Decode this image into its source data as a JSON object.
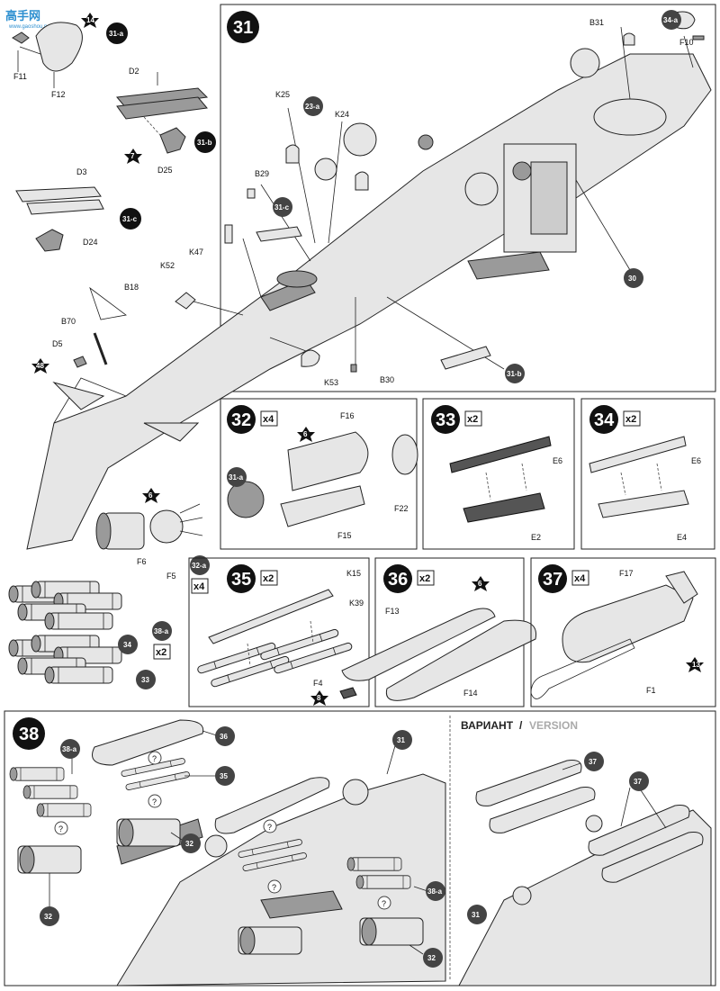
{
  "watermark": {
    "text": "高手网",
    "url_text": "www.gaoshou.net"
  },
  "variant_title": {
    "ru": "ВАРИАНТ",
    "sep": "/",
    "en": "VERSION"
  },
  "steps": {
    "s31": "31",
    "s32": "32",
    "s33": "33",
    "s34": "34",
    "s35": "35",
    "s36": "36",
    "s37": "37",
    "s38": "38"
  },
  "multipliers": {
    "m32": "x4",
    "m33": "x2",
    "m34": "x2",
    "m35": "x2",
    "m36": "x2",
    "m37": "x4",
    "m32a": "x4",
    "m38a": "x2"
  },
  "discs": {
    "d31a": "31-a",
    "d31b": "31-b",
    "d31c": "31-c",
    "d23a": "23-a",
    "d34a": "34-a",
    "d30": "30",
    "d31b2": "31-b",
    "d31c2": "31-c",
    "d31a2": "31-a",
    "d32a": "32-a",
    "d38a": "38-a",
    "d34": "34",
    "d33": "33",
    "d38a_1": "38-a",
    "d36": "36",
    "d31_1": "31",
    "d35": "35",
    "d32_1": "32",
    "d32_2": "32",
    "d38a_2": "38-a",
    "d32_3": "32",
    "d37_1": "37",
    "d37_2": "37",
    "d31_2": "31"
  },
  "stars": {
    "st14": "14",
    "st7": "7",
    "st48": "48",
    "st6a": "6",
    "st6b": "6",
    "st8": "8",
    "st6c": "6",
    "st13": "13"
  },
  "labels": {
    "F11": "F11",
    "F12": "F12",
    "D2": "D2",
    "D25": "D25",
    "D3": "D3",
    "D24": "D24",
    "B18": "B18",
    "B70": "B70",
    "D5": "D5",
    "K52": "K52",
    "K47": "K47",
    "B29": "B29",
    "K25": "K25",
    "K24": "K24",
    "B31": "B31",
    "F10": "F10",
    "K53": "K53",
    "B30": "B30",
    "F6": "F6",
    "F5": "F5",
    "F16": "F16",
    "F22": "F22",
    "F15": "F15",
    "E6a": "E6",
    "E2": "E2",
    "E6b": "E6",
    "E4": "E4",
    "K15": "K15",
    "K39": "K39",
    "F4": "F4",
    "F13": "F13",
    "F14": "F14",
    "F17": "F17",
    "F1": "F1"
  },
  "question_mark": "?"
}
